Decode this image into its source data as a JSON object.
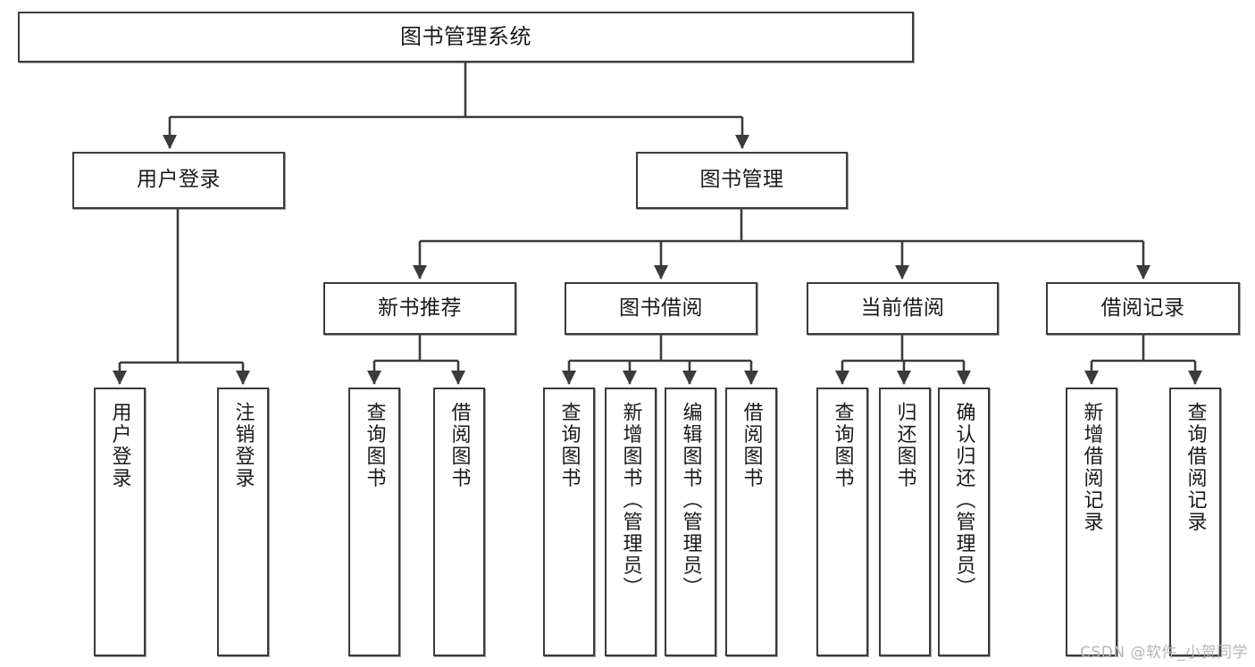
{
  "diagram": {
    "type": "tree-structure-chart",
    "title": "图书管理系统",
    "watermark": "CSDN @软件_小贺同学",
    "colors": {
      "box_border": "#3b3b3b",
      "box_fill": "#ffffff",
      "edge": "#3b3b3b",
      "text": "#1a1a1a",
      "watermark": "#b6b6b6"
    },
    "nodes": {
      "root": {
        "label": "图书管理系统"
      },
      "level2": [
        {
          "label": "用户登录"
        },
        {
          "label": "图书管理"
        }
      ],
      "level3": [
        {
          "label": "新书推荐"
        },
        {
          "label": "图书借阅"
        },
        {
          "label": "当前借阅"
        },
        {
          "label": "借阅记录"
        }
      ],
      "leaves": {
        "user_login": [
          {
            "label": "用户登录"
          },
          {
            "label": "注销登录"
          }
        ],
        "new_book_recommend": [
          {
            "label": "查询图书"
          },
          {
            "label": "借阅图书"
          }
        ],
        "book_borrow": [
          {
            "label": "查询图书"
          },
          {
            "label": "新增图书（管理员）"
          },
          {
            "label": "编辑图书（管理员）"
          },
          {
            "label": "借阅图书"
          }
        ],
        "current_borrow": [
          {
            "label": "查询图书"
          },
          {
            "label": "归还图书"
          },
          {
            "label": "确认归还（管理员）"
          }
        ],
        "borrow_record": [
          {
            "label": "新增借阅记录"
          },
          {
            "label": "查询借阅记录"
          }
        ]
      }
    }
  }
}
